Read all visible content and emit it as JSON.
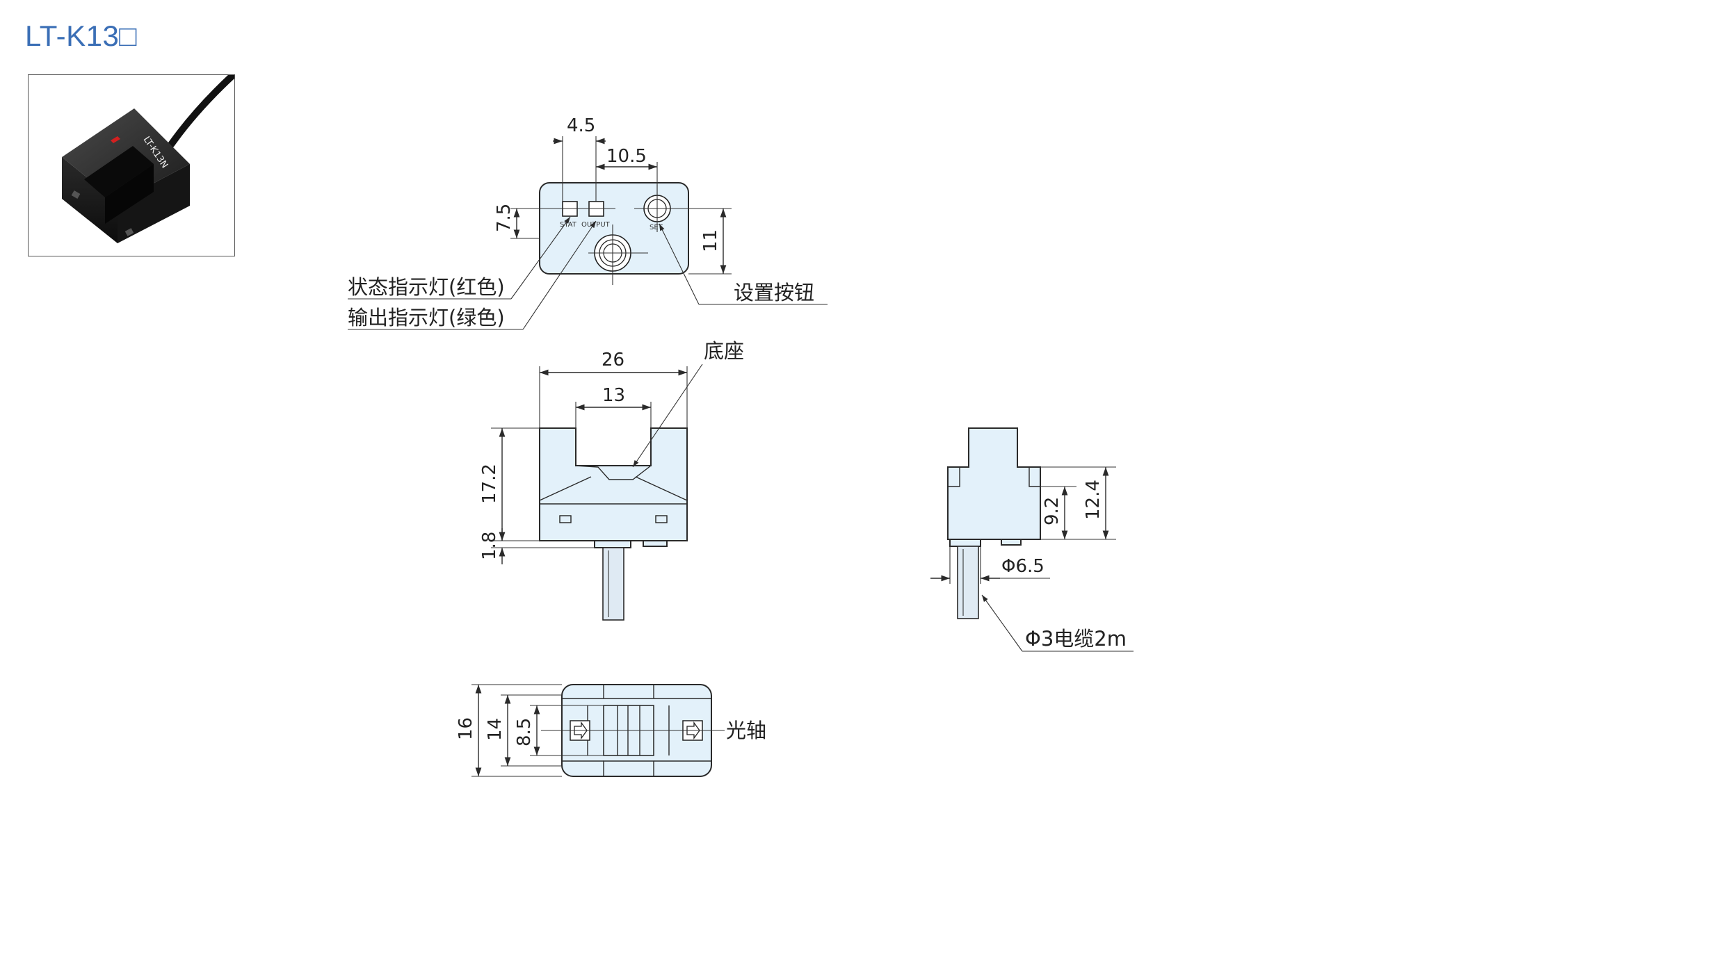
{
  "title": "LT-K13□",
  "product_photo": {
    "model_print": "LT-K13N",
    "icon": "sensor-photo"
  },
  "front_view": {
    "dims": {
      "d1": "4.5",
      "d2": "10.5",
      "d3": "7.5",
      "d4": "11"
    },
    "panel": {
      "stat": "STAT",
      "output": "OUTPUT",
      "set": "SET"
    },
    "callouts": {
      "stat_led": "状态指示灯(红色)",
      "output_led": "输出指示灯(绿色)",
      "set_button": "设置按钮"
    }
  },
  "side_view": {
    "dims": {
      "width": "26",
      "slot": "13",
      "height": "17.2",
      "base_gap": "1.8"
    },
    "callouts": {
      "base": "底座"
    }
  },
  "end_view": {
    "dims": {
      "h1": "9.2",
      "h2": "12.4",
      "dia": "Φ6.5"
    },
    "callouts": {
      "cable": "Φ3电缆2m"
    }
  },
  "bottom_view": {
    "dims": {
      "h16": "16",
      "h14": "14",
      "h85": "8.5"
    },
    "callouts": {
      "axis": "光轴"
    }
  },
  "colors": {
    "accent": "#3b6fb6",
    "body_fill": "#e3f1fa",
    "line": "#2a2a2a"
  }
}
